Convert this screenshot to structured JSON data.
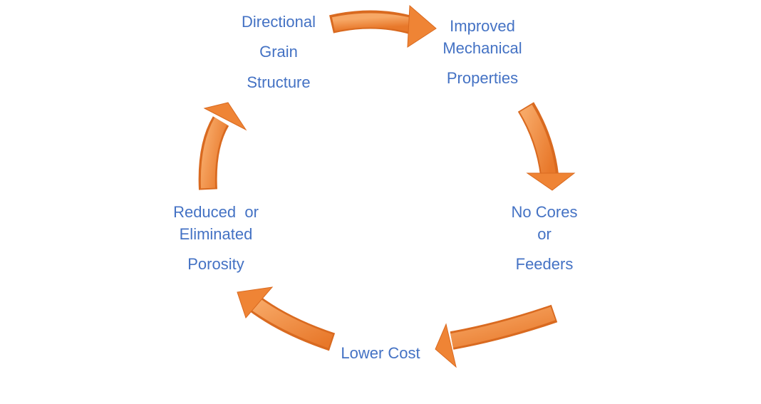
{
  "colors": {
    "text": "#4472C4",
    "arrow": "#F08A3C",
    "arrow_dark": "#C8601A",
    "arrow_light": "#F9C08E"
  },
  "nodes": [
    {
      "id": "directional-grain-structure",
      "lines": [
        "Directional",
        "Grain",
        "Structure"
      ]
    },
    {
      "id": "improved-mechanical-properties",
      "lines": [
        "Improved",
        "Mechanical",
        "Properties"
      ]
    },
    {
      "id": "no-cores-or-feeders",
      "lines": [
        "No Cores",
        "or",
        "Feeders"
      ]
    },
    {
      "id": "lower-cost",
      "lines": [
        "Lower Cost"
      ]
    },
    {
      "id": "reduced-or-eliminated-porosity",
      "lines": [
        "Reduced  or",
        "Eliminated",
        "Porosity"
      ]
    }
  ]
}
